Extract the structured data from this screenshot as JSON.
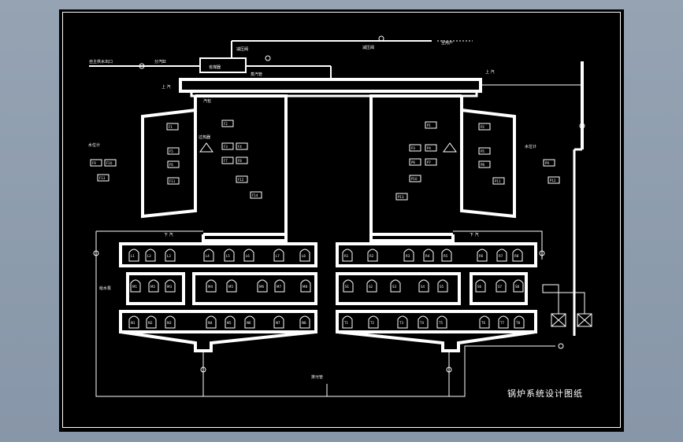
{
  "drawing": {
    "title": "锅炉系统设计图纸",
    "labels": {
      "top_left_inlet": "自主供水出口",
      "top_left_valve": "分汽缸",
      "top_steam": "减压阀",
      "top_pipe": "蒸汽管",
      "top_mid_box": "省煤器",
      "top_right_a": "减压阀",
      "top_right_b": "至用户",
      "header_left": "上 汽",
      "header_right": "上 汽",
      "drum_label": "汽包",
      "left_stage_top": "过热器",
      "left_stage_mid": "下 汽",
      "right_stage_mid": "下 汽",
      "bottom_pipe": "排污管",
      "left_bubble": "水位计",
      "right_bubble": "水位计",
      "left_side_tag": "给水泵"
    },
    "left_tags": [
      "F1",
      "F2",
      "F3",
      "F4",
      "F5",
      "F6",
      "F7",
      "F8",
      "F9",
      "F10",
      "F11",
      "F12",
      "F13",
      "F14"
    ],
    "right_tags": [
      "P1",
      "P2",
      "P3",
      "P4",
      "P5",
      "P6",
      "P7",
      "P8",
      "P9",
      "P10",
      "P11",
      "P12",
      "P13"
    ],
    "chamber_left_row1": [
      "L1",
      "L2",
      "L3",
      "L4",
      "L5",
      "L6",
      "L7",
      "L8"
    ],
    "chamber_left_row2": [
      "M1",
      "M2",
      "M3",
      "M4",
      "M5",
      "M6",
      "M7",
      "M8"
    ],
    "chamber_left_row3": [
      "N1",
      "N2",
      "N3",
      "N4",
      "N5",
      "N6",
      "N7",
      "N8"
    ],
    "chamber_right_row1": [
      "R1",
      "R2",
      "R3",
      "R4",
      "R5",
      "R6",
      "R7",
      "R8"
    ],
    "chamber_right_row2": [
      "S1",
      "S2",
      "S3",
      "S4",
      "S5",
      "S6",
      "S7",
      "S8"
    ],
    "chamber_right_row3": [
      "T1",
      "T2",
      "T3",
      "T4",
      "T5",
      "T6",
      "T7",
      "T8"
    ]
  }
}
